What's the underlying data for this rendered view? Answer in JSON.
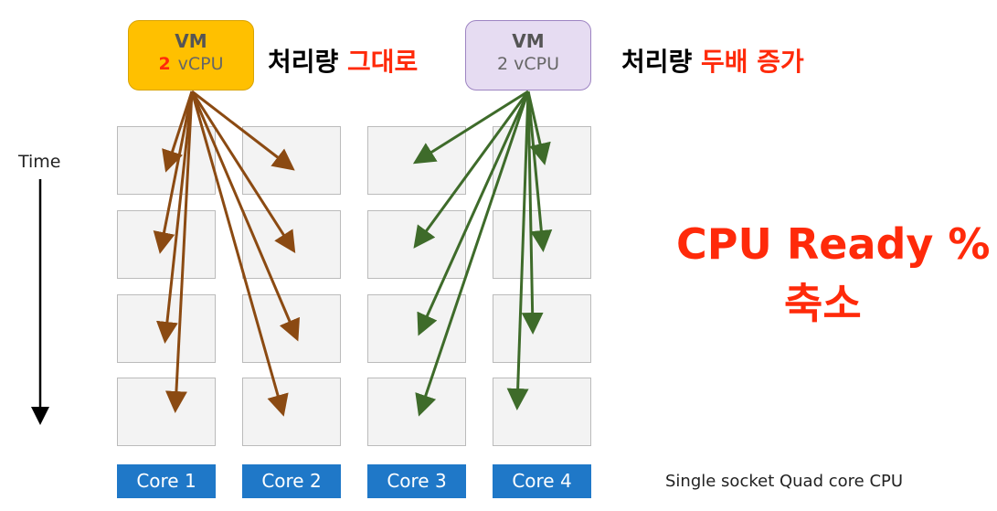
{
  "vm_left": {
    "title": "VM",
    "count": "2",
    "unit": "vCPU",
    "caption_black": "처리량",
    "caption_red": "그대로"
  },
  "vm_right": {
    "title": "VM",
    "label": "2 vCPU",
    "caption_black": "처리량",
    "caption_red": "두배 증가"
  },
  "time_label": "Time",
  "cores": [
    "Core 1",
    "Core 2",
    "Core 3",
    "Core 4"
  ],
  "footnote": "Single socket Quad core CPU",
  "headline": {
    "line1": "CPU Ready %",
    "line2": "축소"
  },
  "colors": {
    "left_vm": "#ffc000",
    "right_vm": "#e6dcf2",
    "brown_arrow": "#8b4a12",
    "green_arrow": "#3e6b2a",
    "red": "#ff2a0a",
    "core": "#1f78c8"
  }
}
